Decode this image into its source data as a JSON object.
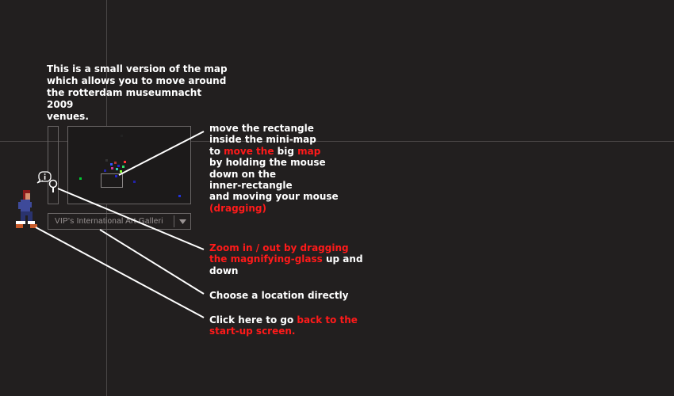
{
  "intro": {
    "text": "This is a small version of the map\nwhich allows you to move around\nthe rotterdam museumnacht 2009\nvenues."
  },
  "location_select": {
    "value": "VIP's International Art Galleri"
  },
  "callouts": {
    "move_rect": {
      "parts": [
        {
          "t": "move the rectangle",
          "red": false,
          "br": true
        },
        {
          "t": "inside the mini-map",
          "red": false,
          "br": true
        },
        {
          "t": "to ",
          "red": false
        },
        {
          "t": "move the",
          "red": true
        },
        {
          "t": " big ",
          "red": false
        },
        {
          "t": "map",
          "red": true,
          "br": true
        },
        {
          "t": "by holding the mouse",
          "red": false,
          "br": true
        },
        {
          "t": "down on the",
          "red": false,
          "br": true
        },
        {
          "t": "inner-rectangle",
          "red": false,
          "br": true
        },
        {
          "t": "and moving your mouse",
          "red": false,
          "br": true
        },
        {
          "t": "(dragging)",
          "red": true
        }
      ]
    },
    "zoom": {
      "parts": [
        {
          "t": "Zoom in / out by dragging",
          "red": true,
          "br": true
        },
        {
          "t": "the magnifying-glass",
          "red": true
        },
        {
          "t": " up and",
          "red": false,
          "br": true
        },
        {
          "t": "down",
          "red": false
        }
      ]
    },
    "choose": {
      "parts": [
        {
          "t": "Choose a location directly",
          "red": false
        }
      ]
    },
    "back": {
      "parts": [
        {
          "t": "Click here to go ",
          "red": false
        },
        {
          "t": "back to the",
          "red": true,
          "br": true
        },
        {
          "t": "start-up screen.",
          "red": true
        }
      ]
    }
  },
  "colors": {
    "background": "#221f1f",
    "accent_red": "#ff1a1a",
    "text": "#ffffff",
    "border": "#6a6666"
  },
  "icons": {
    "info": "info-bubble-icon",
    "zoom": "magnifying-glass-icon",
    "back": "pixel-person-icon",
    "dropdown": "chevron-down-icon"
  }
}
